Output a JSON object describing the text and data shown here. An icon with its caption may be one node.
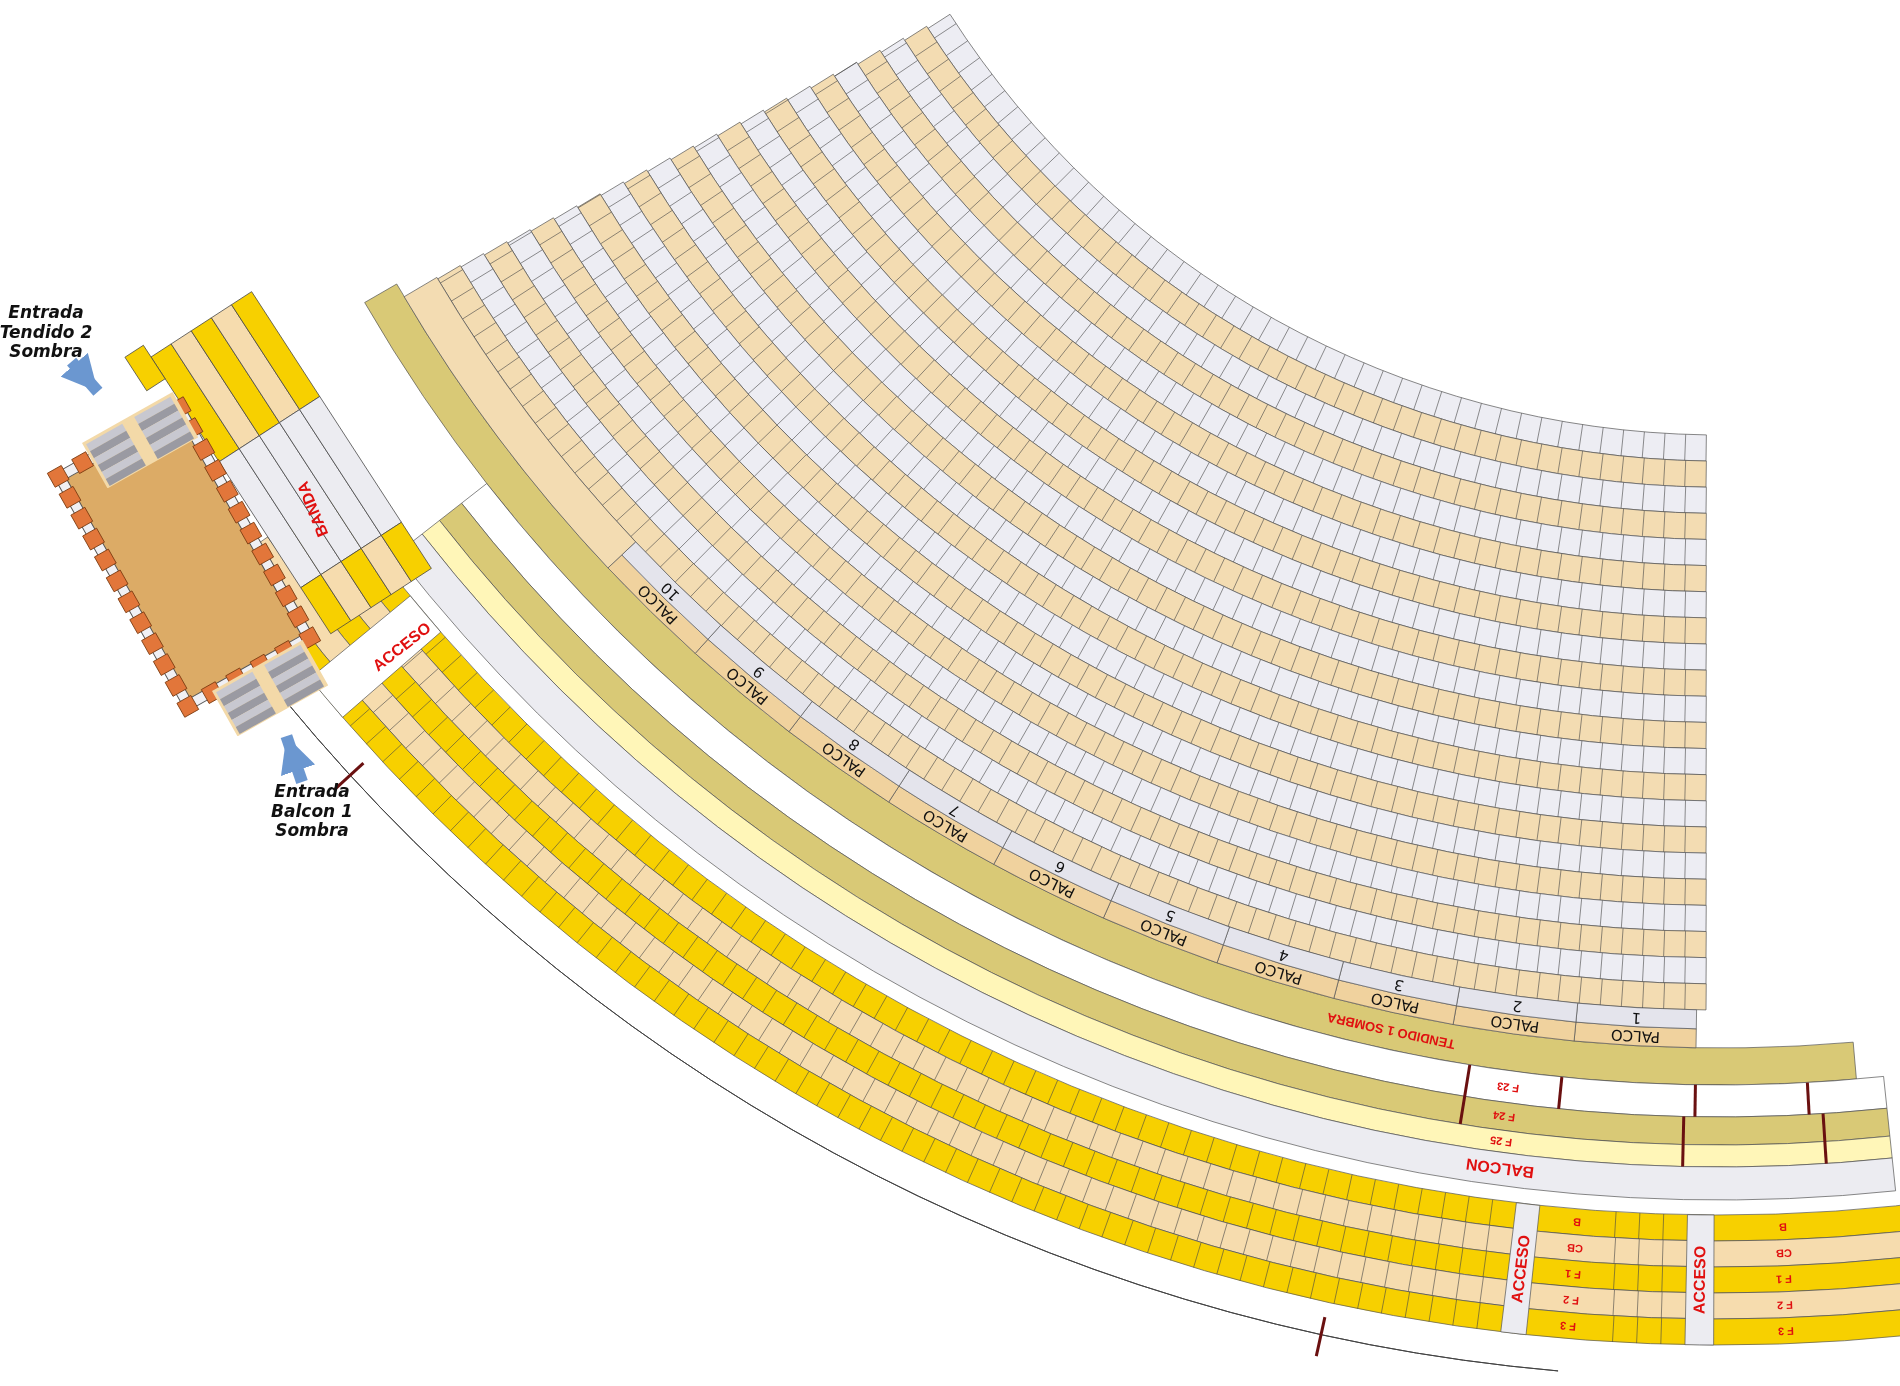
{
  "diagram": {
    "nodes": [
      {
        "text": [
          "Entrada Tendido 2 Sombra"
        ]
      },
      {
        "text": [],
        "shape": "box"
      },
      {
        "text": [
          "Entrada Balcon 1 Sombra"
        ]
      },
      {
        "text": [],
        "shape": "box"
      },
      {
        "text": [
          "PALCO",
          "1"
        ]
      },
      {
        "text": [
          "PALCO",
          "2"
        ]
      },
      {
        "text": [
          "PALCO",
          "3"
        ]
      },
      {
        "text": [
          "PALCO",
          "4"
        ]
      },
      {
        "text": [
          "PALCO",
          "5"
        ]
      },
      {
        "text": [
          "PALCO",
          "6"
        ]
      },
      {
        "text": [
          "PALCO",
          "7"
        ]
      },
      {
        "text": [
          "PALCO",
          "8"
        ]
      },
      {
        "text": [
          "PALCO",
          "9"
        ]
      },
      {
        "text": [
          "PALCO",
          "10"
        ]
      }
    ],
    "edges": [
      {
        "from": 0,
        "to": 1,
        "arrow": "to"
      },
      {
        "from": 2,
        "to": 3,
        "arrow": "to"
      }
    ],
    "labels": [
      "BANDA",
      "ACCESO",
      "TENDIDO 1 SOMBRA",
      "F 23",
      "F 24",
      "F 25",
      "BALCON",
      "ACCESO",
      "B",
      "CB",
      "F 1",
      "F 2",
      "F 3",
      "ACCESO",
      "B",
      "CB",
      "F 1",
      "F 2",
      "F 3"
    ]
  }
}
